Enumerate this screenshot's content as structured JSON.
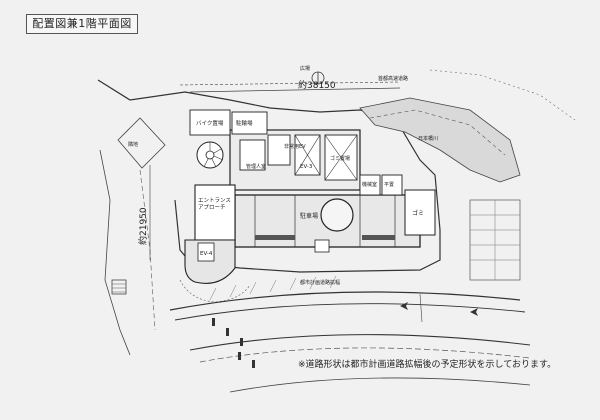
{
  "title": "配置図兼1階平面図",
  "note": "※道路形状は都市計画道路拡幅後の予定形状を示しております。",
  "dimensions": {
    "top": "約38150",
    "left": "約21950"
  },
  "rooms": {
    "bike": "バイク置場",
    "bicycle": "駐輪場",
    "emergency_ev": "非常用EV",
    "ev3": "EV-3",
    "garbage": "ゴミ置場",
    "entrance": "エントランス\nアプローチ",
    "ev4": "EV-4",
    "parking": "駐車場",
    "gomi_small": "ゴミ",
    "small_room": "管理人室",
    "mech": "機械室",
    "flat": "平置"
  },
  "site_labels": {
    "neighbor": "隣地",
    "road_name": "都市計画道路拡幅",
    "river": "日本橋川",
    "road_upper": "首都高速道路",
    "plaza": "広場"
  }
}
